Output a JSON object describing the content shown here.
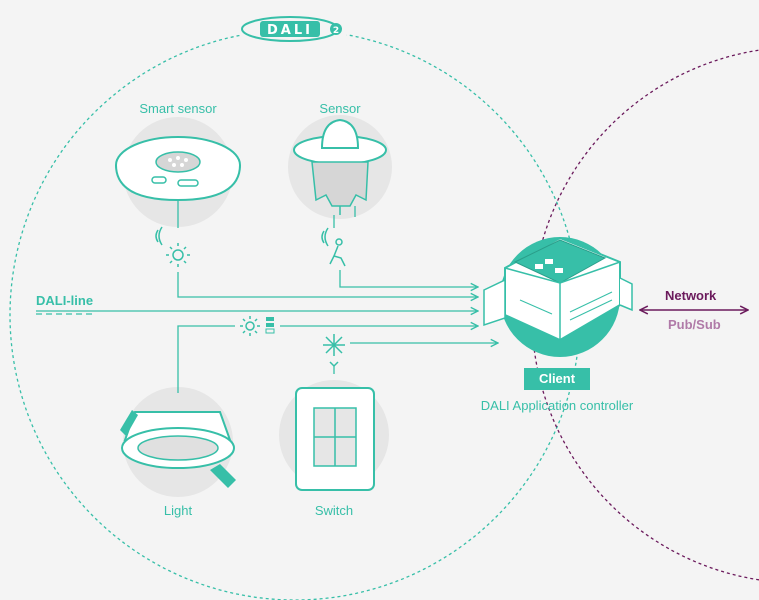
{
  "logo": {
    "text": "DALI",
    "suffix": "2"
  },
  "devices": {
    "smart_sensor": "Smart sensor",
    "sensor": "Sensor",
    "light": "Light",
    "switch": "Switch"
  },
  "bus": {
    "dali_line": "DALI-line"
  },
  "controller": {
    "badge": "Client",
    "caption": "DALI Application controller"
  },
  "network": {
    "label": "Network",
    "protocol": "Pub/Sub"
  },
  "colors": {
    "teal": "#37bfa8",
    "purple": "#6b1a5c",
    "lavender": "#b07aa8",
    "background": "#f4f4f4",
    "device_bg": "#e6e6e6"
  },
  "icons": [
    "dali-logo-icon",
    "smart-sensor-icon",
    "sensor-icon",
    "light-level-icon",
    "motion-icon",
    "dimmer-icon",
    "snowflake-icon",
    "downlight-icon",
    "switch-icon",
    "controller-icon"
  ]
}
